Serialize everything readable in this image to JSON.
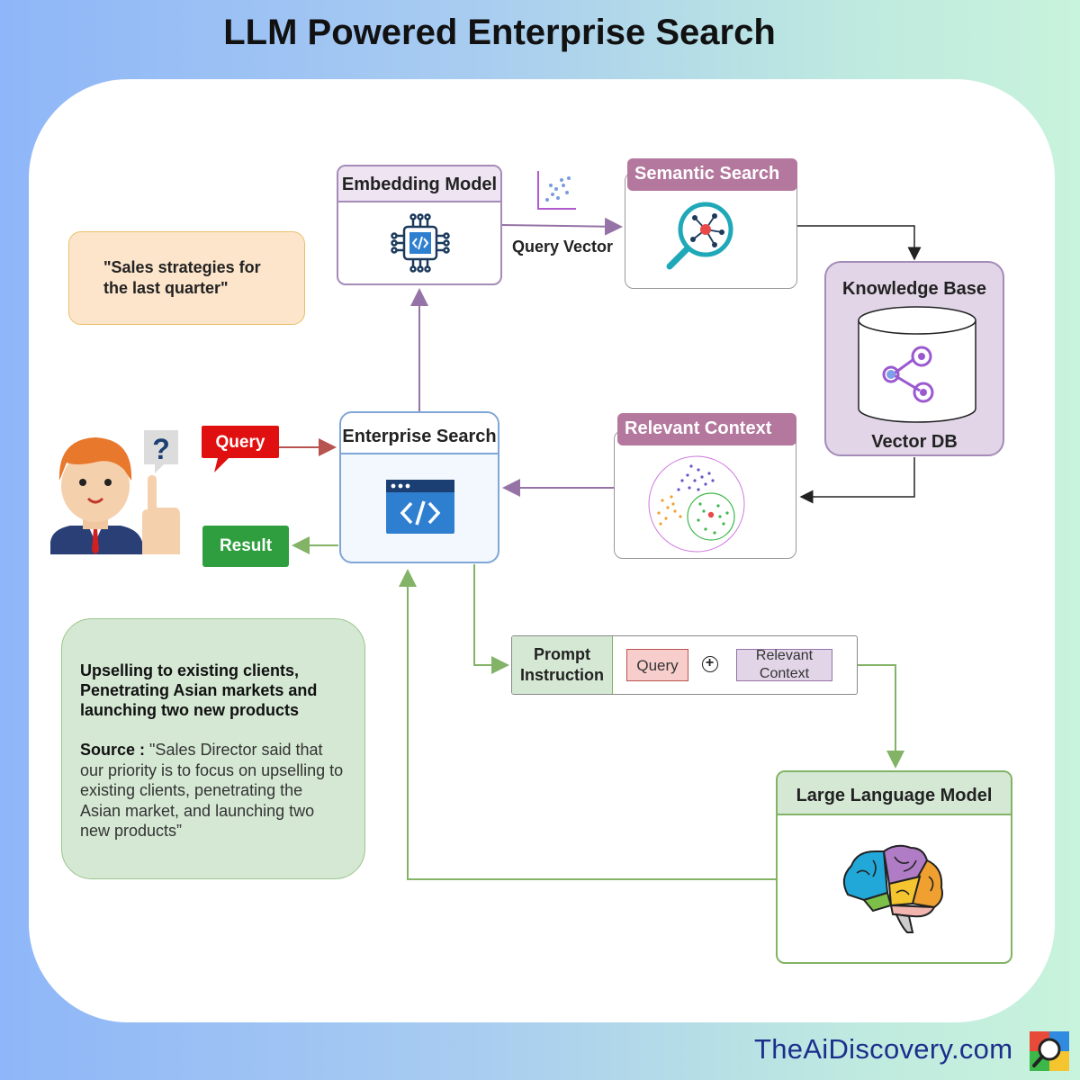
{
  "title": "LLM Powered Enterprise Search",
  "footer": "TheAiDiscovery.com",
  "query_example": "\"Sales strategies for the last quarter\"",
  "embedding_model": {
    "label": "Embedding Model"
  },
  "query_vector": {
    "label": "Query Vector"
  },
  "semantic_search": {
    "label": "Semantic Search"
  },
  "knowledge_base": {
    "label": "Knowledge Base",
    "db_label": "Vector DB"
  },
  "relevant_context": {
    "label": "Relevant Context"
  },
  "enterprise_search": {
    "label": "Enterprise Search"
  },
  "query_tag": {
    "label": "Query"
  },
  "result_tag": {
    "label": "Result"
  },
  "prompt": {
    "label_line1": "Prompt",
    "label_line2": "Instruction",
    "query": "Query",
    "plus": "+",
    "context_line1": "Relevant",
    "context_line2": "Context"
  },
  "llm": {
    "label": "Large Language Model"
  },
  "answer": {
    "line1": "Upselling to existing clients,",
    "line2": "Penetrating Asian markets and",
    "line3": "launching two new products",
    "source_label": "Source :",
    "source_line1": "\"Sales Director said that",
    "source_line2": "our priority is to focus on upselling to",
    "source_line3": "existing clients, penetrating the",
    "source_line4": "Asian market, and launching two",
    "source_line5": "new products”"
  },
  "colors": {
    "purple_border": "#a48bb8",
    "mauve_header": "#b4779d",
    "blue_border": "#7ea6d6",
    "green_border": "#82b366",
    "green_fill": "#d5e8d4",
    "orange_fill": "#fde5cc",
    "orange_border": "#e8c06a",
    "red_tag": "#e01010",
    "green_tag": "#2e9e3e",
    "db_fill": "#e1d5e7"
  }
}
